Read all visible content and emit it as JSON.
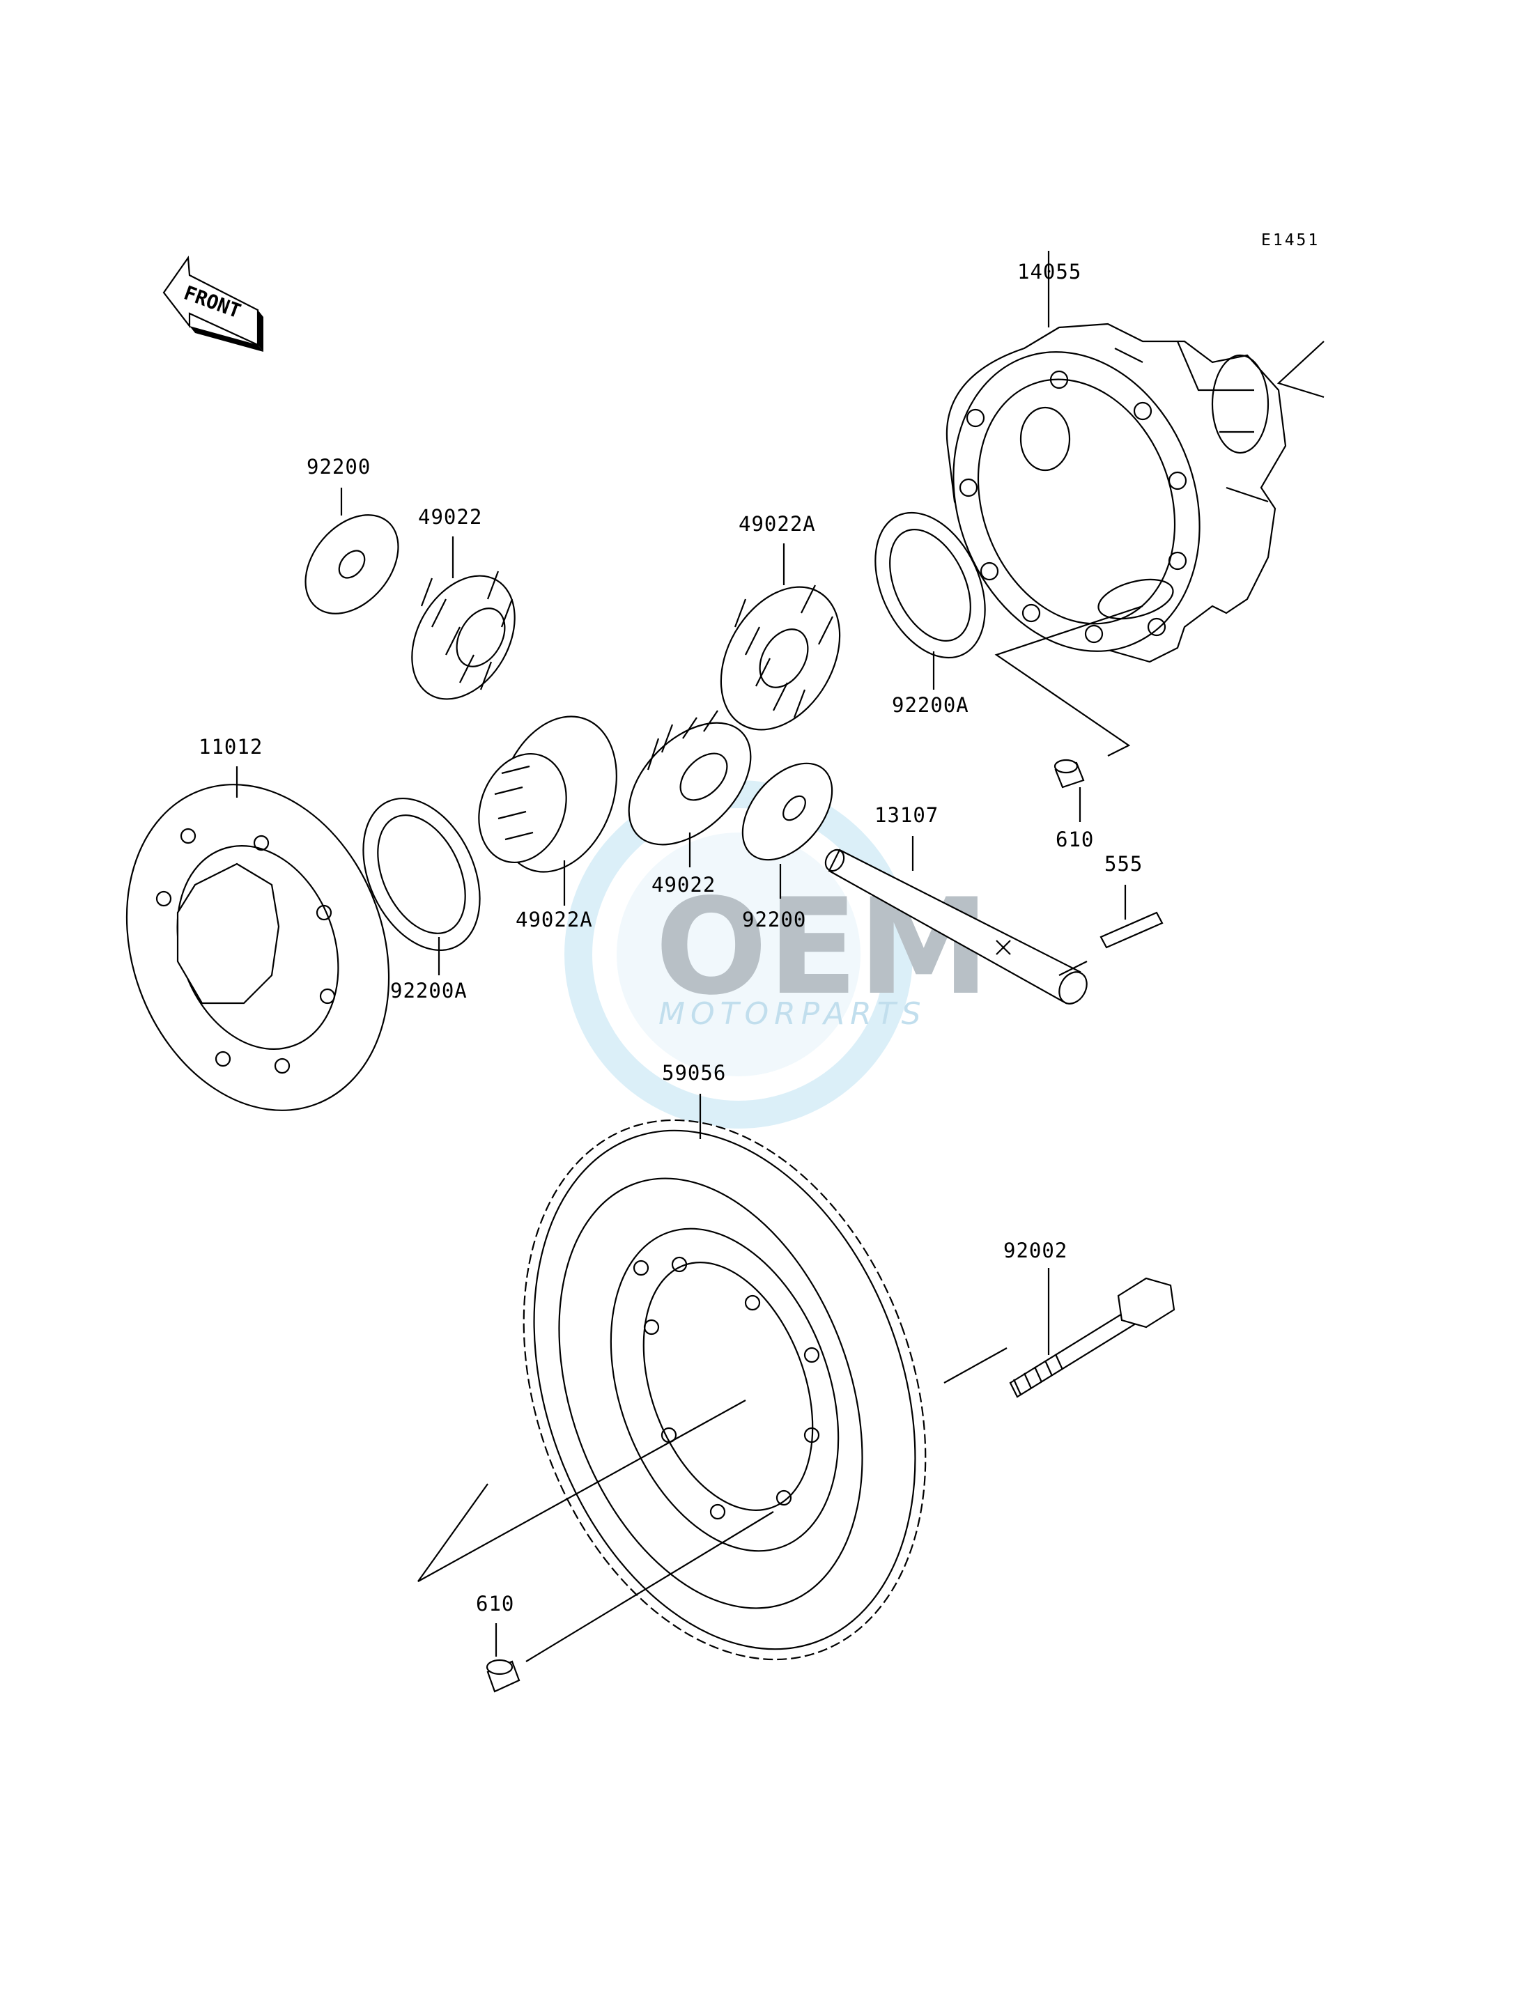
{
  "diagram": {
    "code": "E1451",
    "front_label": "FRONT",
    "watermark": {
      "brand": "OEM",
      "sub": "MOTORPARTS"
    },
    "parts": [
      {
        "id": "p14055",
        "number": "14055"
      },
      {
        "id": "p92200-top",
        "number": "92200"
      },
      {
        "id": "p49022-top",
        "number": "49022"
      },
      {
        "id": "p49022a-top",
        "number": "49022A"
      },
      {
        "id": "p92200a-right",
        "number": "92200A"
      },
      {
        "id": "p11012",
        "number": "11012"
      },
      {
        "id": "p610-top",
        "number": "610"
      },
      {
        "id": "p555",
        "number": "555"
      },
      {
        "id": "p13107",
        "number": "13107"
      },
      {
        "id": "p49022-mid",
        "number": "49022"
      },
      {
        "id": "p92200-mid",
        "number": "92200"
      },
      {
        "id": "p49022a-mid",
        "number": "49022A"
      },
      {
        "id": "p92200a-left",
        "number": "92200A"
      },
      {
        "id": "p59056",
        "number": "59056"
      },
      {
        "id": "p92002",
        "number": "92002"
      },
      {
        "id": "p610-bottom",
        "number": "610"
      }
    ]
  }
}
